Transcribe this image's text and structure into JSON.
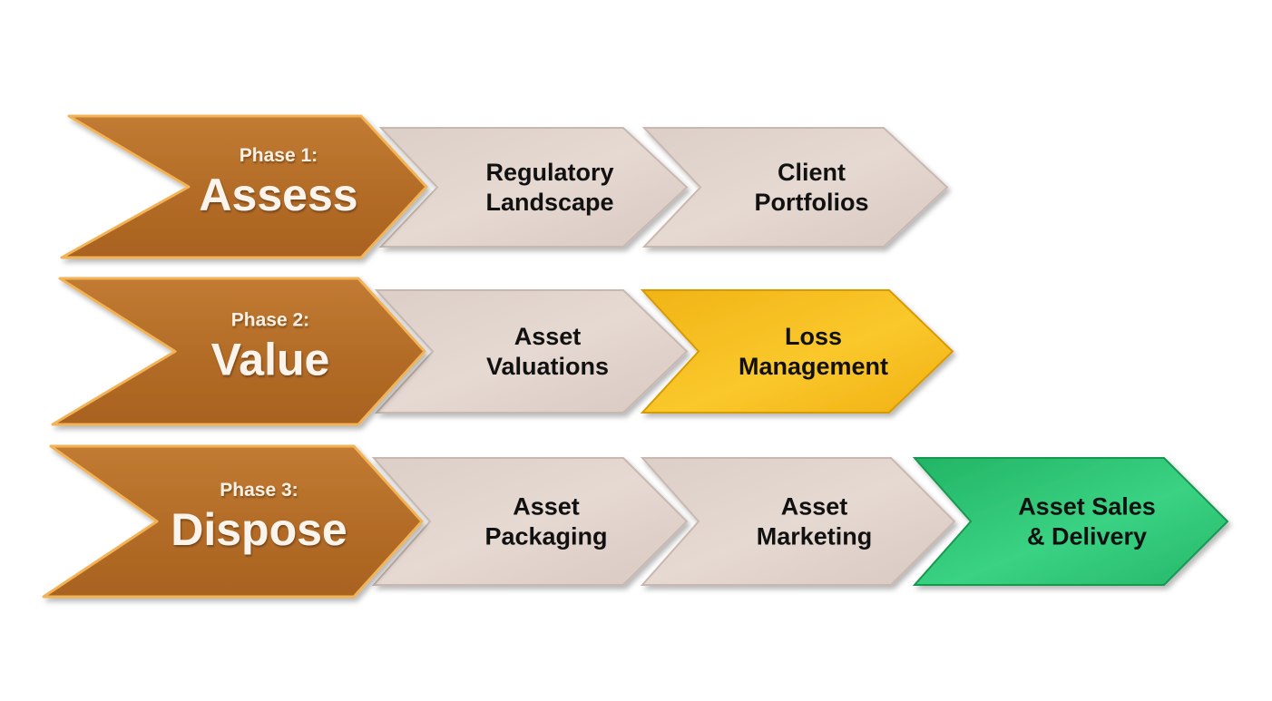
{
  "rows": [
    {
      "phase_label": "Phase 1:",
      "phase_name": "Assess",
      "steps": [
        {
          "lines": [
            "Regulatory",
            "Landscape"
          ],
          "color": "#e4d6cf"
        },
        {
          "lines": [
            "Client",
            "Portfolios"
          ],
          "color": "#e4d6cf"
        }
      ]
    },
    {
      "phase_label": "Phase 2:",
      "phase_name": "Value",
      "steps": [
        {
          "lines": [
            "Asset",
            "Valuations"
          ],
          "color": "#e4d6cf"
        },
        {
          "lines": [
            "Loss",
            "Management"
          ],
          "color": "#f5bd1f"
        }
      ]
    },
    {
      "phase_label": "Phase 3:",
      "phase_name": "Dispose",
      "steps": [
        {
          "lines": [
            "Asset",
            "Packaging"
          ],
          "color": "#e4d6cf"
        },
        {
          "lines": [
            "Asset",
            "Marketing"
          ],
          "color": "#e4d6cf"
        },
        {
          "lines": [
            "Asset Sales",
            "& Delivery"
          ],
          "color": "#2ec774"
        }
      ]
    }
  ],
  "colors": {
    "phase": "#b8702a",
    "phase_border": "#f2b257",
    "step": "#e4d6cf",
    "highlight_loss": "#f5bd1f",
    "highlight_sales": "#2ec774"
  }
}
